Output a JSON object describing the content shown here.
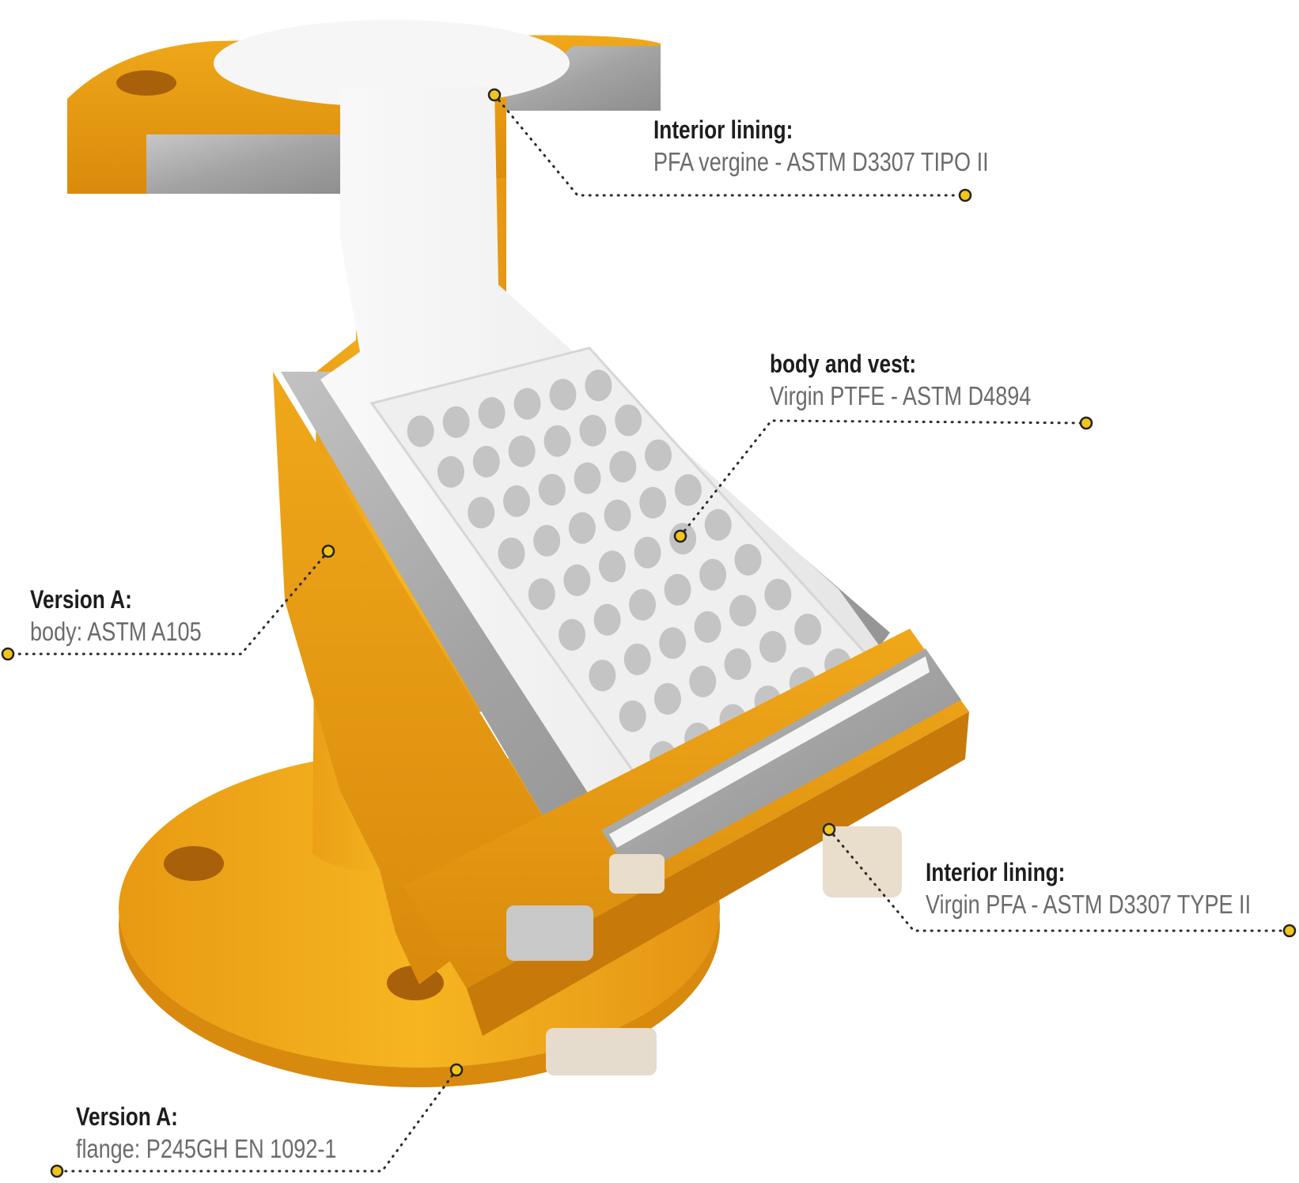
{
  "accent_color": "#f2c51c",
  "body_color": "#f3ad19",
  "lining_color": "#f4f4f4",
  "steel_color": "#a9a9a9",
  "callouts": [
    {
      "title": "Interior lining:",
      "value": "PFA vergine - ASTM D3307 TIPO II"
    },
    {
      "title": "body and vest:",
      "value": "Virgin PTFE - ASTM D4894"
    },
    {
      "title": "Version A:",
      "value": "body: ASTM A105"
    },
    {
      "title": "Interior lining:",
      "value": "Virgin PFA - ASTM D3307 TYPE II"
    },
    {
      "title": "Version A:",
      "value": "flange: P245GH EN 1092-1"
    }
  ]
}
